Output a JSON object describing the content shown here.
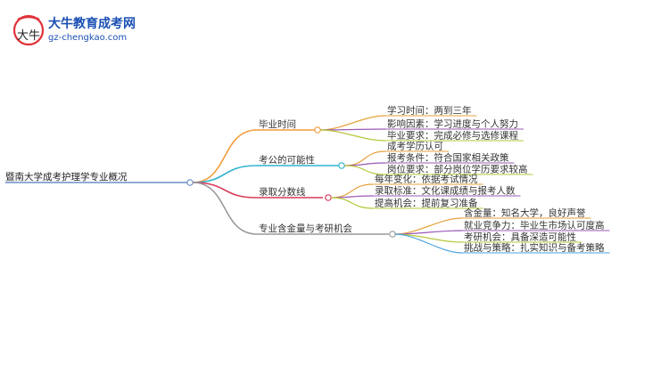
{
  "logo": {
    "title": "大牛教育成考网",
    "url": "gz-chengkao.com",
    "mark_text": "大牛"
  },
  "mindmap": {
    "root": "暨南大学成考护理学专业概况",
    "branches": [
      {
        "label": "毕业时间",
        "color": "#f39c3c",
        "children": [
          "学习时间：两到三年",
          "影响因素：学习进度与个人努力",
          "毕业要求：完成必修与选修课程"
        ]
      },
      {
        "label": "考公的可能性",
        "color": "#2fb3cf",
        "children": [
          "成考学历认可",
          "报考条件：符合国家相关政策",
          "岗位要求：部分岗位学历要求较高"
        ]
      },
      {
        "label": "录取分数线",
        "color": "#d93b5a",
        "children": [
          "每年变化：依据考试情况",
          "录取标准：文化课成绩与报考人数",
          "提高机会：提前复习准备"
        ]
      },
      {
        "label": "专业含金量与考研机会",
        "color": "#9a9a9a",
        "children": [
          "含金量：知名大学，良好声誉",
          "就业竞争力：毕业生市场认可度高",
          "考研机会：具备深造可能性",
          "挑战与策略：扎实知识与备考策略"
        ]
      }
    ],
    "child_colors": [
      "#e6a23c",
      "#9b59b6",
      "#b7c73a",
      "#4aa3df"
    ]
  }
}
